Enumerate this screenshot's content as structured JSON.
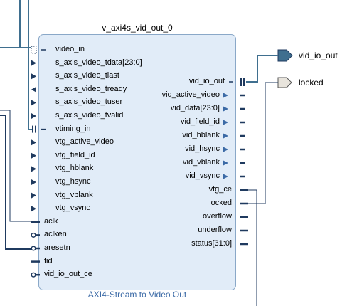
{
  "block": {
    "name": "v_axi4s_vid_out_0",
    "caption": "AXI4-Stream to Video Out"
  },
  "left_ports": [
    {
      "label": "video_in",
      "kind": "bus-in"
    },
    {
      "label": "s_axis_video_tdata[23:0]",
      "kind": "arrow-in"
    },
    {
      "label": "s_axis_video_tlast",
      "kind": "arrow-in"
    },
    {
      "label": "s_axis_video_tready",
      "kind": "arrow-out"
    },
    {
      "label": "s_axis_video_tuser",
      "kind": "arrow-in"
    },
    {
      "label": "s_axis_video_tvalid",
      "kind": "arrow-in"
    },
    {
      "label": "vtiming_in",
      "kind": "bus-bar"
    },
    {
      "label": "vtg_active_video",
      "kind": "arrow-in"
    },
    {
      "label": "vtg_field_id",
      "kind": "arrow-in"
    },
    {
      "label": "vtg_hblank",
      "kind": "arrow-in"
    },
    {
      "label": "vtg_hsync",
      "kind": "arrow-in"
    },
    {
      "label": "vtg_vblank",
      "kind": "arrow-in"
    },
    {
      "label": "vtg_vsync",
      "kind": "arrow-in"
    },
    {
      "label": "aclk",
      "kind": "pin"
    },
    {
      "label": "aclken",
      "kind": "pin-circle"
    },
    {
      "label": "aresetn",
      "kind": "pin-circle"
    },
    {
      "label": "fid",
      "kind": "pin"
    },
    {
      "label": "vid_io_out_ce",
      "kind": "pin-circle"
    }
  ],
  "right_ports": [
    {
      "label": "vid_io_out",
      "kind": "bus-bar"
    },
    {
      "label": "vid_active_video",
      "kind": "arrow-out"
    },
    {
      "label": "vid_data[23:0]",
      "kind": "arrow-out"
    },
    {
      "label": "vid_field_id",
      "kind": "arrow-out"
    },
    {
      "label": "vid_hblank",
      "kind": "arrow-out"
    },
    {
      "label": "vid_hsync",
      "kind": "arrow-out"
    },
    {
      "label": "vid_vblank",
      "kind": "arrow-out"
    },
    {
      "label": "vid_vsync",
      "kind": "arrow-out"
    },
    {
      "label": "vtg_ce",
      "kind": "pin"
    },
    {
      "label": "locked",
      "kind": "pin"
    },
    {
      "label": "overflow",
      "kind": "pin"
    },
    {
      "label": "underflow",
      "kind": "pin"
    },
    {
      "label": "status[31:0]",
      "kind": "pin"
    }
  ],
  "external_ports": [
    {
      "label": "vid_io_out"
    },
    {
      "label": "locked"
    }
  ]
}
